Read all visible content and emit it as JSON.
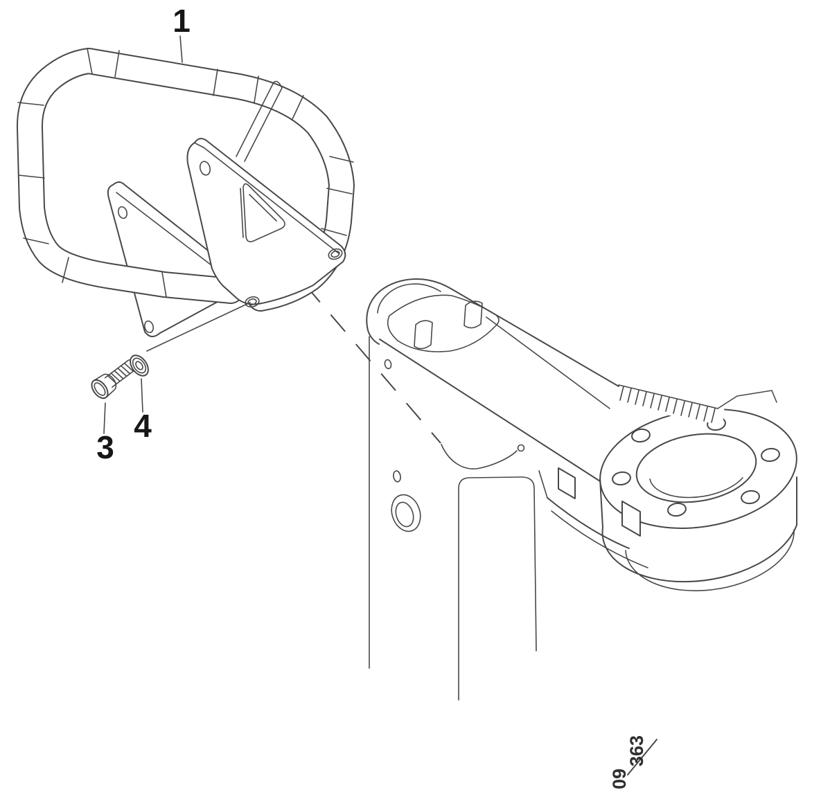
{
  "diagram": {
    "type": "exploded-parts-diagram",
    "callouts": [
      {
        "id": "1",
        "part": "handle-assembly"
      },
      {
        "id": "3",
        "part": "hex-bolt"
      },
      {
        "id": "4",
        "part": "washer"
      }
    ],
    "page_ref": {
      "full": "09/363",
      "numerator": "09",
      "denominator": "363"
    },
    "colors": {
      "line": "#474747",
      "label": "#161616",
      "page_ref": "#2f2f2f",
      "background": "#ffffff"
    }
  }
}
